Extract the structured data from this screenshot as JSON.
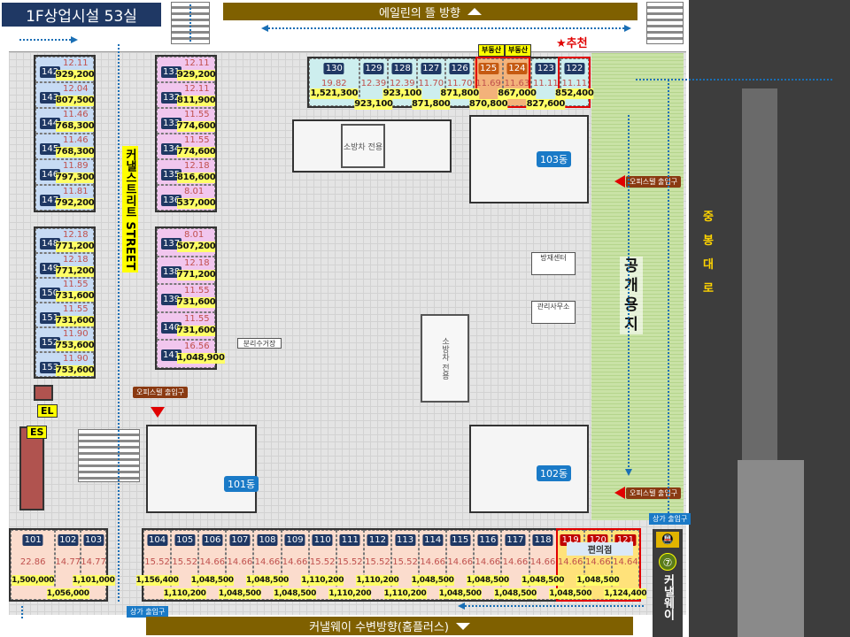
{
  "title": "1F상업시설 53실",
  "top_banner": "에일린의 뜰 방향",
  "bottom_banner": "커낼웨이 수변방향(홈플러스)",
  "road_name": [
    "중",
    "봉",
    "대",
    "로"
  ],
  "open_space": [
    "공",
    "개",
    "용",
    "지"
  ],
  "street_label": "커낼스트리트 STREET",
  "recommend": "★추천",
  "realtor_badges": [
    "부동산",
    "부동산"
  ],
  "convenience_store": "편의점",
  "el_label": "EL",
  "es_label": "ES",
  "dongs": {
    "d101": "101동",
    "d102": "102동",
    "d103": "103동"
  },
  "entrances": {
    "officetel": "오피스텔 출입구",
    "retail": "상가 출입구"
  },
  "rooms": {
    "management": "관리사무소",
    "disaster": "방재센터",
    "fire_lane": "소방차 전용",
    "fire_lane2": "소방차 전용",
    "sorting": "분리수거장"
  },
  "subway": {
    "icon": "subway-icon",
    "line": "⑦",
    "station": "커낼웨이"
  },
  "colors": {
    "navy": "#1f3864",
    "gold": "#7f6000",
    "red": "#e00000",
    "green": "#c9e2a6"
  },
  "units": {
    "top_row": [
      {
        "no": "130",
        "area": "19.82",
        "price": "1,521,300"
      },
      {
        "no": "129",
        "area": "12.39",
        "price": "923,100"
      },
      {
        "no": "128",
        "area": "12.39",
        "price": "923,100"
      },
      {
        "no": "127",
        "area": "11.70",
        "price": "871,800"
      },
      {
        "no": "126",
        "area": "11.70",
        "price": "871,800"
      },
      {
        "no": "125",
        "area": "11.69",
        "price": "870,800"
      },
      {
        "no": "124",
        "area": "11.63",
        "price": "867,000"
      },
      {
        "no": "123",
        "area": "11.11",
        "price": "827,600"
      },
      {
        "no": "122",
        "area": "11.11",
        "price": "852,400"
      }
    ],
    "left_upper": [
      {
        "no": "142",
        "area": "12.11",
        "price": "929,200"
      },
      {
        "no": "143",
        "area": "12.04",
        "price": "807,500"
      },
      {
        "no": "144",
        "area": "11.46",
        "price": "768,300"
      },
      {
        "no": "145",
        "area": "11.46",
        "price": "768,300"
      },
      {
        "no": "146",
        "area": "11.89",
        "price": "797,300"
      },
      {
        "no": "147",
        "area": "11.81",
        "price": "792,200"
      }
    ],
    "left_lower": [
      {
        "no": "148",
        "area": "12.18",
        "price": "771,200"
      },
      {
        "no": "149",
        "area": "12.18",
        "price": "771,200"
      },
      {
        "no": "150",
        "area": "11.55",
        "price": "731,600"
      },
      {
        "no": "151",
        "area": "11.55",
        "price": "731,600"
      },
      {
        "no": "152",
        "area": "11.90",
        "price": "753,600"
      },
      {
        "no": "153",
        "area": "11.90",
        "price": "753,600"
      }
    ],
    "mid_upper": [
      {
        "no": "131",
        "area": "12.11",
        "price": "929,200"
      },
      {
        "no": "132",
        "area": "12.11",
        "price": "811,900"
      },
      {
        "no": "133",
        "area": "11.55",
        "price": "774,600"
      },
      {
        "no": "134",
        "area": "11.55",
        "price": "774,600"
      },
      {
        "no": "135",
        "area": "12.18",
        "price": "816,600"
      },
      {
        "no": "136",
        "area": "8.01",
        "price": "537,000"
      }
    ],
    "mid_lower": [
      {
        "no": "137",
        "area": "8.01",
        "price": "507,200"
      },
      {
        "no": "138",
        "area": "12.18",
        "price": "771,200"
      },
      {
        "no": "139",
        "area": "11.55",
        "price": "731,600"
      },
      {
        "no": "140",
        "area": "11.55",
        "price": "731,600"
      },
      {
        "no": "141",
        "area": "16.56",
        "price": "1,048,900"
      }
    ],
    "bottom_left": [
      {
        "no": "101",
        "area": "22.86",
        "price": "1,500,000"
      },
      {
        "no": "102",
        "area": "14.77",
        "price": "1,056,000"
      },
      {
        "no": "103",
        "area": "14.77",
        "price": "1,101,000"
      }
    ],
    "bottom_right": [
      {
        "no": "104",
        "area": "15.52",
        "price": "1,156,400"
      },
      {
        "no": "105",
        "area": "15.52",
        "price": "1,110,200"
      },
      {
        "no": "106",
        "area": "14.66",
        "price": "1,048,500"
      },
      {
        "no": "107",
        "area": "14.66",
        "price": "1,048,500"
      },
      {
        "no": "108",
        "area": "14.66",
        "price": "1,048,500"
      },
      {
        "no": "109",
        "area": "14.66",
        "price": "1,048,500"
      },
      {
        "no": "110",
        "area": "15.52",
        "price": "1,110,200"
      },
      {
        "no": "111",
        "area": "15.52",
        "price": "1,110,200"
      },
      {
        "no": "112",
        "area": "15.52",
        "price": "1,110,200"
      },
      {
        "no": "113",
        "area": "15.52",
        "price": "1,110,200"
      },
      {
        "no": "114",
        "area": "14.66",
        "price": "1,048,500"
      },
      {
        "no": "115",
        "area": "14.66",
        "price": "1,048,500"
      },
      {
        "no": "116",
        "area": "14.66",
        "price": "1,048,500"
      },
      {
        "no": "117",
        "area": "14.66",
        "price": "1,048,500"
      },
      {
        "no": "118",
        "area": "14.66",
        "price": "1,048,500"
      },
      {
        "no": "119",
        "area": "14.66",
        "price": "1,048,500"
      },
      {
        "no": "120",
        "area": "14.66",
        "price": "1,048,500"
      },
      {
        "no": "121",
        "area": "14.64",
        "price": "1,124,400"
      }
    ]
  }
}
